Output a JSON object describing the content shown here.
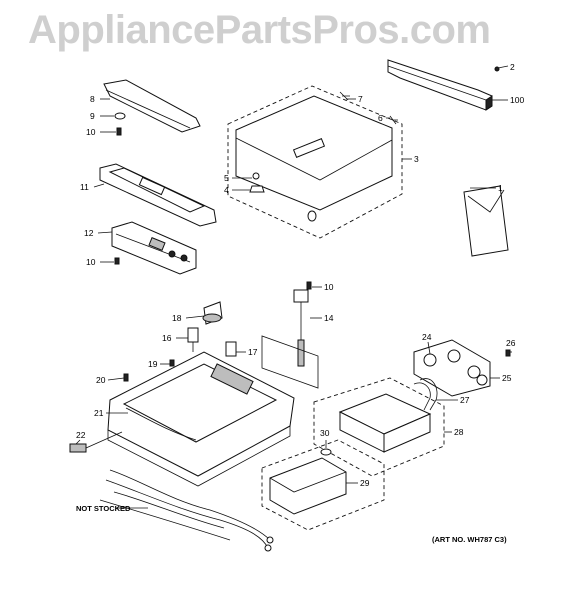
{
  "watermark": "AppliancePartsPros.com",
  "art_number": "(ART NO. WH787 C3)",
  "not_stocked": "NOT STOCKED",
  "callouts": {
    "c1": "1",
    "c2": "2",
    "c3": "3",
    "c4": "4",
    "c5": "5",
    "c6": "6",
    "c7": "7",
    "c8": "8",
    "c9": "9",
    "c10a": "10",
    "c10b": "10",
    "c10c": "10",
    "c11": "11",
    "c12": "12",
    "c14": "14",
    "c16": "16",
    "c17": "17",
    "c18": "18",
    "c19": "19",
    "c20": "20",
    "c21": "21",
    "c22": "22",
    "c24": "24",
    "c25": "25",
    "c26": "26",
    "c27": "27",
    "c28": "28",
    "c29": "29",
    "c30": "30",
    "c100": "100"
  }
}
